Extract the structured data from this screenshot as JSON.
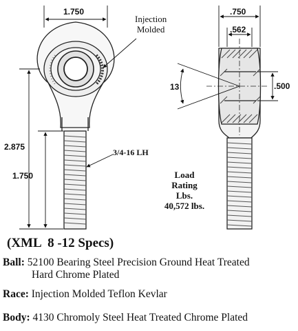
{
  "dimensions": {
    "front_width": "1.750",
    "overall_length": "2.875",
    "thread_length": "1.750",
    "side_width": ".750",
    "ball_width": ".562",
    "bore": ".500",
    "misalignment_angle": "13"
  },
  "callouts": {
    "injection_molded": "Injection\nMolded",
    "thread": "3/4-16 LH"
  },
  "load_rating": {
    "line1": "Load",
    "line2": "Rating",
    "line3": "Lbs.",
    "value": "40,572 lbs."
  },
  "title": "(XML  8 -12 Specs)",
  "specs": [
    {
      "label": "Ball:",
      "line1": "52100 Bearing Steel Precision Ground Heat Treated",
      "line2": "Hard Chrome Plated"
    },
    {
      "label": "Race:",
      "line1": "Injection Molded Teflon Kevlar",
      "line2": ""
    },
    {
      "label": "Body:",
      "line1": "4130 Chromoly Steel Heat Treated Chrome Plated",
      "line2": ""
    }
  ]
}
